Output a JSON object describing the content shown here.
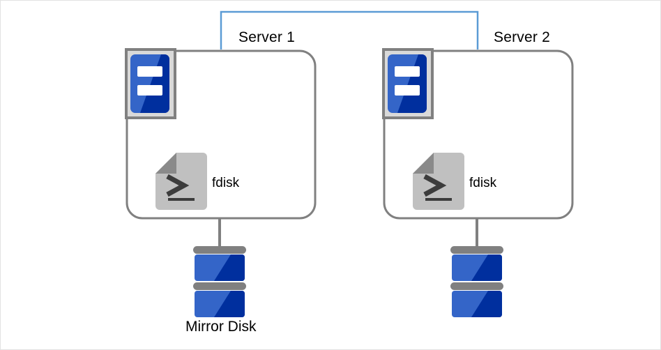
{
  "diagram": {
    "title": "Mirror disk configuration between two servers",
    "type": "network-topology-diagram",
    "background_color": "#ffffff",
    "border_color": "#e2e2e2"
  },
  "link": {
    "name": "interconnect-link",
    "color": "#5b9bd5",
    "style": "staple-bracket",
    "stroke_width": 2
  },
  "colors": {
    "box_stroke": "#808080",
    "icon_blue_light": "#3465c8",
    "icon_blue_dark": "#002f9e",
    "icon_gray_fill": "#c0c0c0",
    "icon_gray_stroke": "#808080",
    "badge_fill": "#d9d9d9",
    "disk_bar": "#808080",
    "connector": "#808080",
    "text": "#000000",
    "fold_gray": "#8a8a8a",
    "prompt_dark": "#3c3c3c"
  },
  "servers": [
    {
      "id": "server-1",
      "label": "Server 1",
      "badge_icon": "server-icon",
      "app": {
        "icon": "terminal-document-icon",
        "label": "fdisk"
      },
      "disk": {
        "icon": "disk-stack-icon",
        "label": "Mirror Disk",
        "platters": 2
      }
    },
    {
      "id": "server-2",
      "label": "Server 2",
      "badge_icon": "server-icon",
      "app": {
        "icon": "terminal-document-icon",
        "label": "fdisk"
      },
      "disk": {
        "icon": "disk-stack-icon",
        "label": "",
        "platters": 2
      }
    }
  ]
}
